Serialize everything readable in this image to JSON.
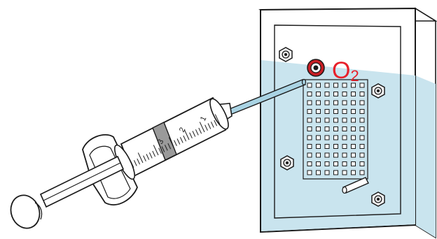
{
  "diagram": {
    "cell_label": "O",
    "cell_label_subscript": "2",
    "syringe_scale": [
      "3",
      "2",
      "1"
    ],
    "colors": {
      "outline": "#1a1a1a",
      "water": "#c9e4ee",
      "panel_face": "#ffffff",
      "o2_text": "#e8202a",
      "port_ring": "#c81e24",
      "barrel_band": "#9a9a9a",
      "needle": "#a9d3e3"
    }
  }
}
